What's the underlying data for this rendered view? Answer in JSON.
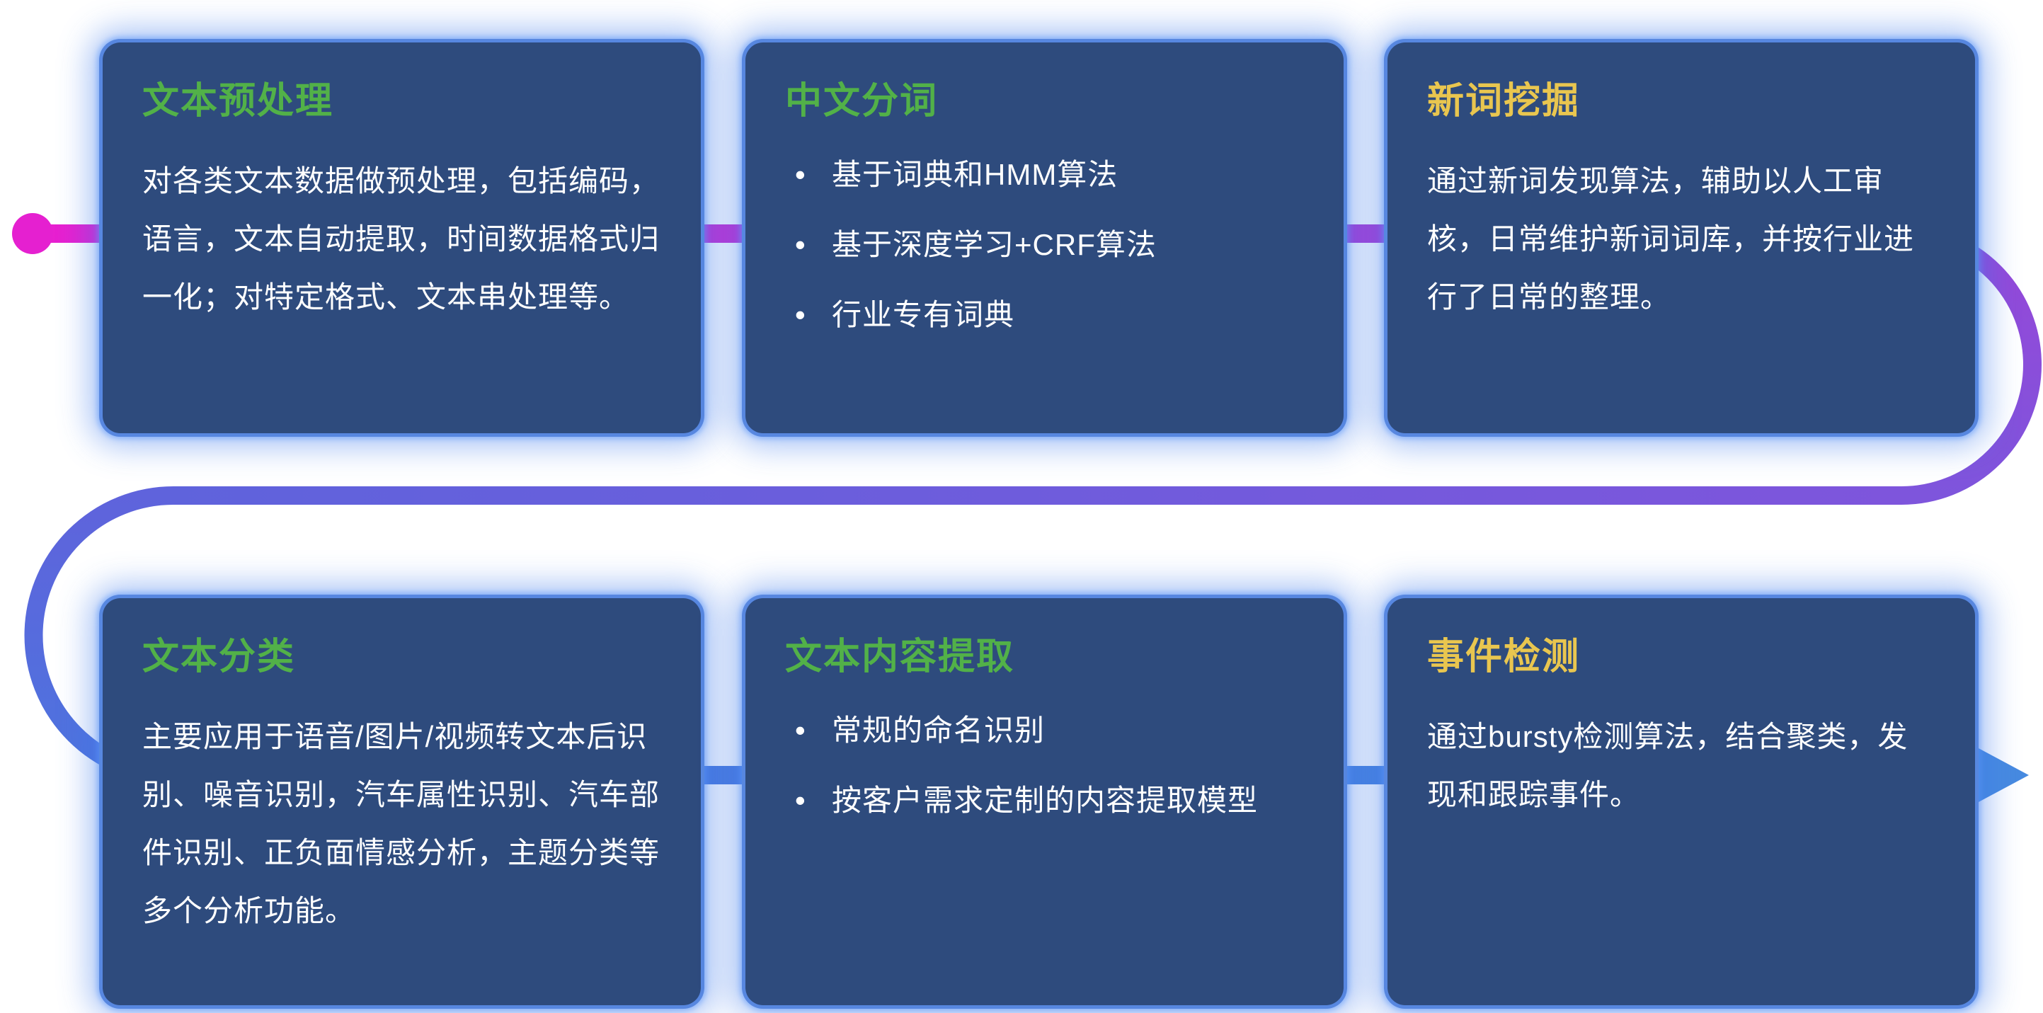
{
  "diagram": {
    "background_color": "#ffffff",
    "card_background_color": "#2e4b7d",
    "card_glow_color": "#3e7aeb",
    "title_green_color": "#52b148",
    "title_yellow_color": "#e9c64f",
    "body_text_color": "#ffffff",
    "flow": {
      "start_dot_color": "#e520d0",
      "gradient_stops": [
        "#e81fd0",
        "#9747d8",
        "#7e55dc",
        "#5f63dc",
        "#4d74de",
        "#478ae0"
      ],
      "arrow_color": "#478ae0"
    },
    "cards": [
      {
        "title": "文本预处理",
        "title_color": "#52b148",
        "body": "对各类文本数据做预处理，包括编码，语言，文本自动提取，时间数据格式归一化；对特定格式、文本串处理等。"
      },
      {
        "title": "中文分词",
        "title_color": "#52b148",
        "bullets": [
          "基于词典和HMM算法",
          "基于深度学习+CRF算法",
          "行业专有词典"
        ]
      },
      {
        "title": "新词挖掘",
        "title_color": "#e9c64f",
        "body": "通过新词发现算法，辅助以人工审核，日常维护新词词库，并按行业进行了日常的整理。"
      },
      {
        "title": "文本分类",
        "title_color": "#52b148",
        "body": "主要应用于语音/图片/视频转文本后识别、噪音识别，汽车属性识别、汽车部件识别、正负面情感分析，主题分类等多个分析功能。"
      },
      {
        "title": "文本内容提取",
        "title_color": "#52b148",
        "bullets": [
          "常规的命名识别",
          "按客户需求定制的内容提取模型"
        ]
      },
      {
        "title": "事件检测",
        "title_color": "#e9c64f",
        "body": "通过bursty检测算法，结合聚类，发现和跟踪事件。"
      }
    ]
  }
}
